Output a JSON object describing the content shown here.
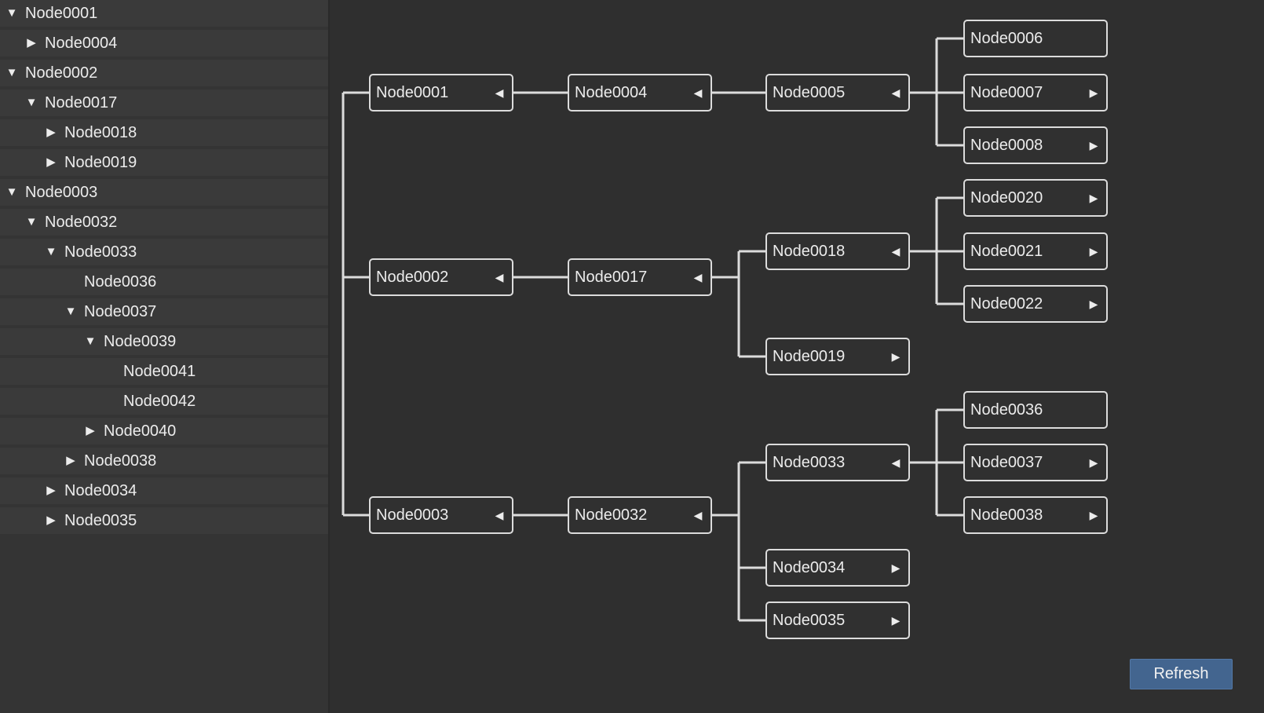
{
  "tree": {
    "items": [
      {
        "label": "Node0001",
        "depth": 0,
        "state": "expanded"
      },
      {
        "label": "Node0004",
        "depth": 1,
        "state": "collapsed"
      },
      {
        "label": "Node0002",
        "depth": 0,
        "state": "expanded"
      },
      {
        "label": "Node0017",
        "depth": 1,
        "state": "expanded"
      },
      {
        "label": "Node0018",
        "depth": 2,
        "state": "collapsed"
      },
      {
        "label": "Node0019",
        "depth": 2,
        "state": "collapsed"
      },
      {
        "label": "Node0003",
        "depth": 0,
        "state": "expanded"
      },
      {
        "label": "Node0032",
        "depth": 1,
        "state": "expanded"
      },
      {
        "label": "Node0033",
        "depth": 2,
        "state": "expanded"
      },
      {
        "label": "Node0036",
        "depth": 3,
        "state": "leaf"
      },
      {
        "label": "Node0037",
        "depth": 3,
        "state": "expanded"
      },
      {
        "label": "Node0039",
        "depth": 4,
        "state": "expanded"
      },
      {
        "label": "Node0041",
        "depth": 5,
        "state": "leaf"
      },
      {
        "label": "Node0042",
        "depth": 5,
        "state": "leaf"
      },
      {
        "label": "Node0040",
        "depth": 4,
        "state": "collapsed"
      },
      {
        "label": "Node0038",
        "depth": 3,
        "state": "collapsed"
      },
      {
        "label": "Node0034",
        "depth": 2,
        "state": "collapsed"
      },
      {
        "label": "Node0035",
        "depth": 2,
        "state": "collapsed"
      }
    ]
  },
  "graph": {
    "nodes": [
      {
        "id": "Node0001",
        "label": "Node0001",
        "toggle": "collapse"
      },
      {
        "id": "Node0002",
        "label": "Node0002",
        "toggle": "collapse"
      },
      {
        "id": "Node0003",
        "label": "Node0003",
        "toggle": "collapse"
      },
      {
        "id": "Node0004",
        "label": "Node0004",
        "toggle": "collapse"
      },
      {
        "id": "Node0017",
        "label": "Node0017",
        "toggle": "collapse"
      },
      {
        "id": "Node0032",
        "label": "Node0032",
        "toggle": "collapse"
      },
      {
        "id": "Node0005",
        "label": "Node0005",
        "toggle": "collapse"
      },
      {
        "id": "Node0018",
        "label": "Node0018",
        "toggle": "collapse"
      },
      {
        "id": "Node0019",
        "label": "Node0019",
        "toggle": "expand"
      },
      {
        "id": "Node0033",
        "label": "Node0033",
        "toggle": "collapse"
      },
      {
        "id": "Node0034",
        "label": "Node0034",
        "toggle": "expand"
      },
      {
        "id": "Node0035",
        "label": "Node0035",
        "toggle": "expand"
      },
      {
        "id": "Node0006",
        "label": "Node0006",
        "toggle": "none"
      },
      {
        "id": "Node0007",
        "label": "Node0007",
        "toggle": "expand"
      },
      {
        "id": "Node0008",
        "label": "Node0008",
        "toggle": "expand"
      },
      {
        "id": "Node0020",
        "label": "Node0020",
        "toggle": "expand"
      },
      {
        "id": "Node0021",
        "label": "Node0021",
        "toggle": "expand"
      },
      {
        "id": "Node0022",
        "label": "Node0022",
        "toggle": "expand"
      },
      {
        "id": "Node0036",
        "label": "Node0036",
        "toggle": "none"
      },
      {
        "id": "Node0037",
        "label": "Node0037",
        "toggle": "expand"
      },
      {
        "id": "Node0038",
        "label": "Node0038",
        "toggle": "expand"
      }
    ],
    "edges": [
      {
        "parent": "Node0001",
        "children": [
          "Node0004"
        ]
      },
      {
        "parent": "Node0002",
        "children": [
          "Node0017"
        ]
      },
      {
        "parent": "Node0003",
        "children": [
          "Node0032"
        ]
      },
      {
        "parent": "Node0004",
        "children": [
          "Node0005"
        ]
      },
      {
        "parent": "Node0017",
        "children": [
          "Node0018",
          "Node0019"
        ]
      },
      {
        "parent": "Node0032",
        "children": [
          "Node0033",
          "Node0034",
          "Node0035"
        ]
      },
      {
        "parent": "Node0005",
        "children": [
          "Node0006",
          "Node0007",
          "Node0008"
        ]
      },
      {
        "parent": "Node0018",
        "children": [
          "Node0020",
          "Node0021",
          "Node0022"
        ]
      },
      {
        "parent": "Node0033",
        "children": [
          "Node0036",
          "Node0037",
          "Node0038"
        ]
      }
    ],
    "roots": [
      "Node0001",
      "Node0002",
      "Node0003"
    ]
  },
  "icons": {
    "expanded": "triangle-down-icon",
    "collapsed": "triangle-right-icon",
    "collapse_toggle": "triangle-left-icon",
    "expand_toggle": "triangle-right-icon"
  },
  "colors": {
    "background": "#2f2f2f",
    "panel": "#343434",
    "row": "#3a3a3a",
    "line": "#dcdcdc",
    "accent": "#43658f"
  },
  "toolbar": {
    "refresh_label": "Refresh"
  }
}
